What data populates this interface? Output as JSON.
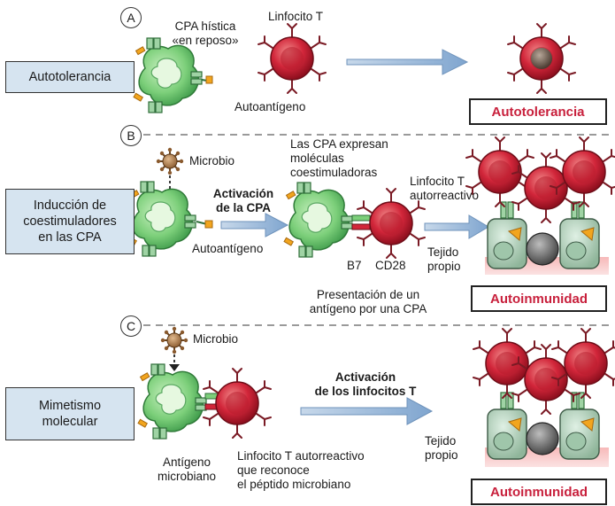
{
  "panels": {
    "a": {
      "letter": "A",
      "side_label": "Autotolerancia",
      "apc_label": "CPA hística\n«en reposo»",
      "tcell_label": "Linfocito T",
      "antigen_label": "Autoantígeno",
      "outcome": "Autotolerancia"
    },
    "b": {
      "letter": "B",
      "side_label": "Inducción de\ncoestimuladores\nen las CPA",
      "microbe_label": "Microbio",
      "antigen_label": "Autoantígeno",
      "arrow_label": "Activación\nde la CPA",
      "express_label": "Las CPA expresan\nmoléculas\ncoestimuladoras",
      "b7_label": "B7",
      "cd28_label": "CD28",
      "tcell_label": "Linfocito T\nautorreactivo",
      "tissue_label": "Tejido\npropio",
      "presentation_label": "Presentación de un\nantígeno por una CPA",
      "outcome": "Autoinmunidad"
    },
    "c": {
      "letter": "C",
      "side_label": "Mimetismo\nmolecular",
      "microbe_label": "Microbio",
      "arrow_label": "Activación\nde los linfocitos T",
      "antigen_label": "Antígeno\nmicrobiano",
      "tcell_label": "Linfocito T autorreactivo\nque reconoce\nel péptido microbiano",
      "tissue_label": "Tejido\npropio",
      "outcome": "Autoinmunidad"
    }
  },
  "colors": {
    "apc_green": "#7ccf7a",
    "tcell_red": "#d2263a",
    "side_box_blue": "#d6e4f0",
    "outcome_red": "#c8203c",
    "arrow_blue": "#8fb2d8"
  },
  "icons": [
    "apc-cell-icon",
    "t-cell-icon",
    "microbe-icon",
    "tissue-cell-icon",
    "process-arrow-icon"
  ]
}
